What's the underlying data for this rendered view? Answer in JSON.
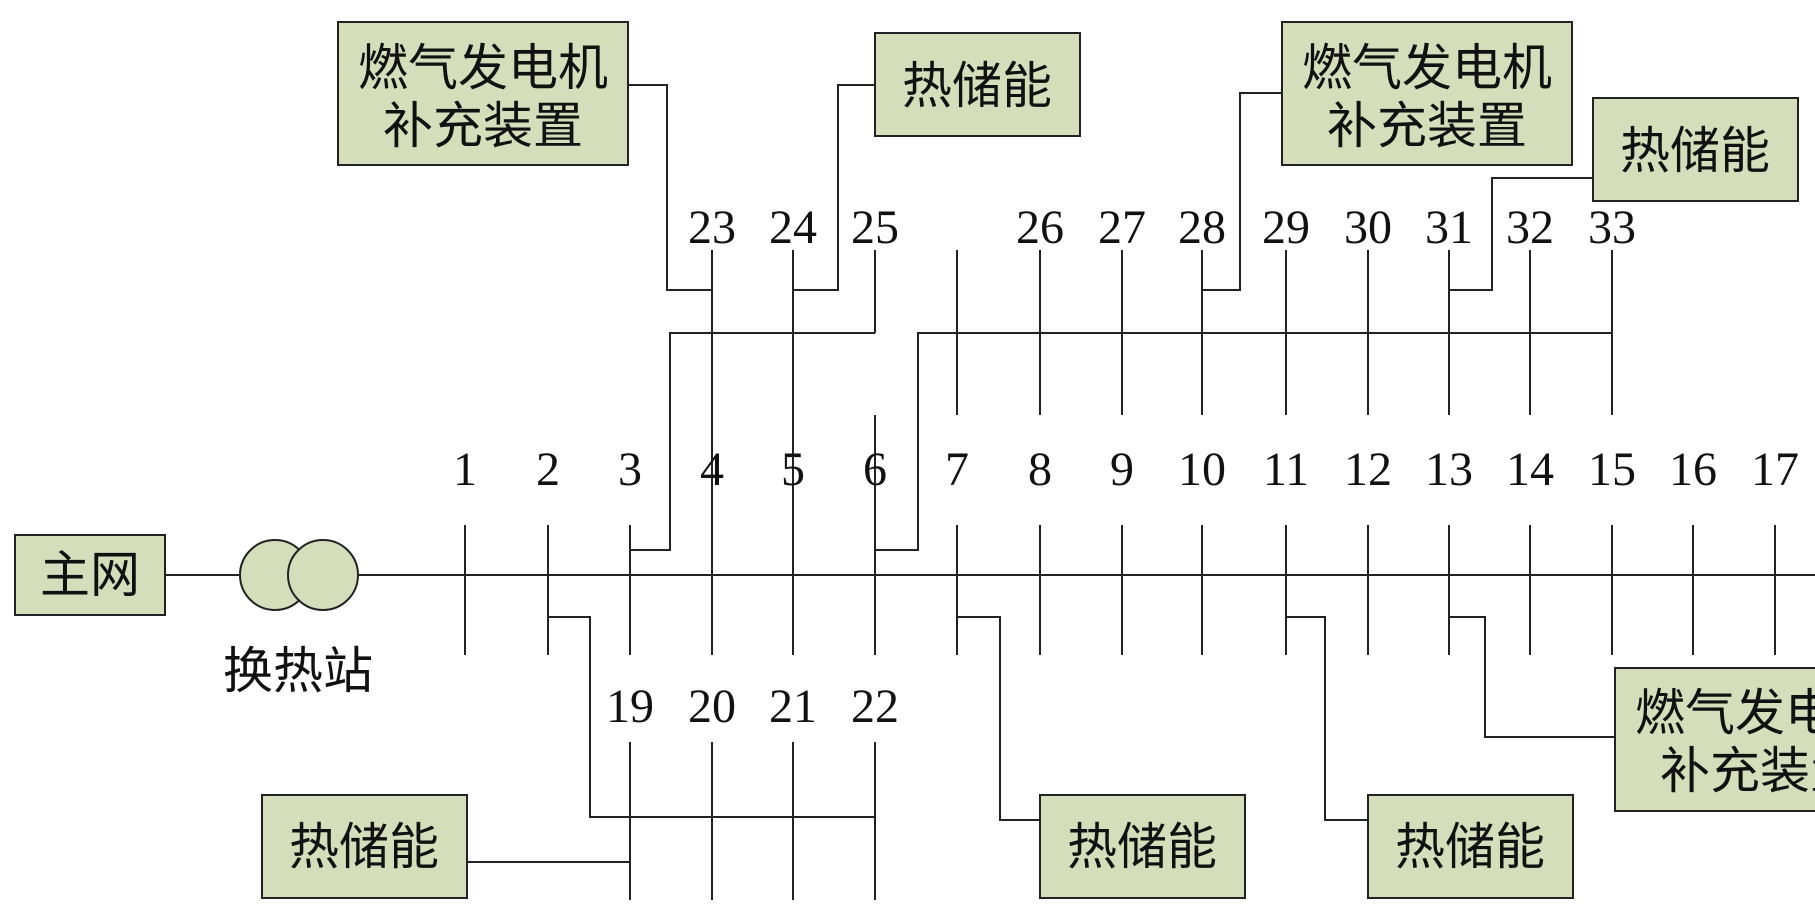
{
  "grid_name": "主网",
  "station_name": "换热站",
  "main_feeder_buses": [
    "1",
    "2",
    "3",
    "4",
    "5",
    "6",
    "7",
    "8",
    "9",
    "10",
    "11",
    "12",
    "13",
    "14",
    "15",
    "16",
    "17"
  ],
  "upper_branch_1_buses": [
    "23",
    "24",
    "25"
  ],
  "upper_branch_2_buses": [
    "26",
    "27",
    "28",
    "29",
    "30",
    "31",
    "32",
    "33"
  ],
  "lower_branch_buses": [
    "19",
    "20",
    "21",
    "22"
  ],
  "devices": {
    "gas_generator_line1": "燃气发电机",
    "gas_generator_line2": "补充装置",
    "thermal_storage": "热储能"
  },
  "device_boxes": [
    {
      "type": "gas_generator",
      "attached_bus": "23"
    },
    {
      "type": "thermal_storage",
      "attached_bus": "24"
    },
    {
      "type": "gas_generator",
      "attached_bus": "28"
    },
    {
      "type": "thermal_storage",
      "attached_bus": "31"
    },
    {
      "type": "thermal_storage",
      "attached_bus": "19"
    },
    {
      "type": "thermal_storage",
      "attached_bus": "7"
    },
    {
      "type": "thermal_storage",
      "attached_bus": "11"
    },
    {
      "type": "gas_generator",
      "attached_bus": "13"
    }
  ]
}
